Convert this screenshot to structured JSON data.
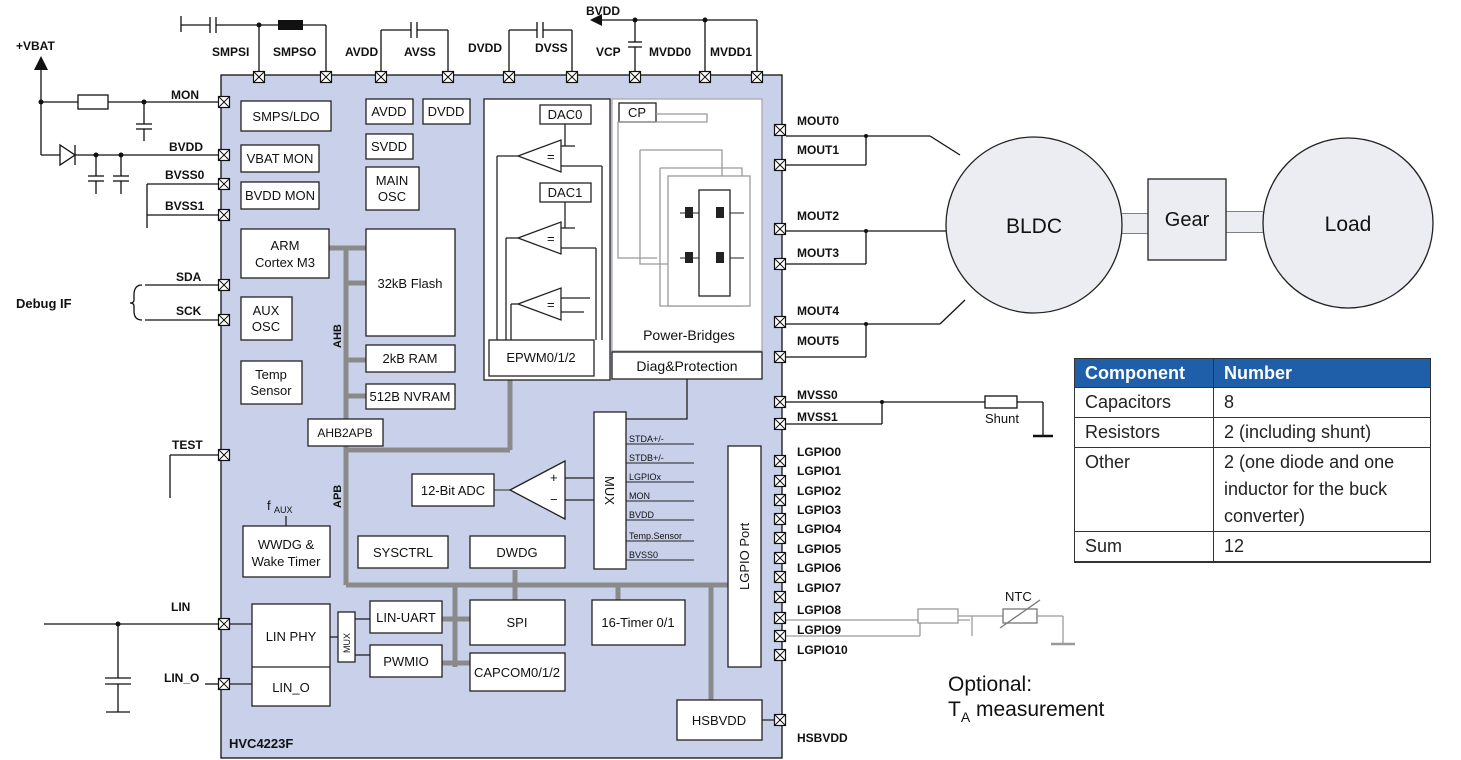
{
  "chip": {
    "name": "HVC4223F",
    "blocks": {
      "smps_ldo": "SMPS/LDO",
      "vbat_mon": "VBAT MON",
      "bvdd_mon": "BVDD MON",
      "avdd": "AVDD",
      "dvdd": "DVDD",
      "svdd": "SVDD",
      "main_osc_1": "MAIN",
      "main_osc_2": "OSC",
      "arm_1": "ARM",
      "arm_2": "Cortex M3",
      "flash": "32kB Flash",
      "ram": "2kB RAM",
      "nvram": "512B NVRAM",
      "aux_osc_1": "AUX",
      "aux_osc_2": "OSC",
      "temp_1": "Temp",
      "temp_2": "Sensor",
      "ahb2apb": "AHB2APB",
      "ahb": "AHB",
      "apb": "APB",
      "dac0": "DAC0",
      "dac1": "DAC1",
      "cp": "CP",
      "power_bridges": "Power-Bridges",
      "epwm": "EPWM0/1/2",
      "diag": "Diag&Protection",
      "adc": "12-Bit ADC",
      "mux": "MUX",
      "mux_inputs": [
        "STDA+/-",
        "STDB+/-",
        "LGPIOx",
        "MON",
        "BVDD",
        "Temp.Sensor",
        "BVSS0"
      ],
      "lgpio_port": "LGPIO Port",
      "faux": "f",
      "faux_sub": "AUX",
      "wwdg_1": "WWDG &",
      "wwdg_2": "Wake Timer",
      "sysctrl": "SYSCTRL",
      "dwdg": "DWDG",
      "lin_phy": "LIN PHY",
      "lin_o": "LIN_O",
      "mux_small": "MUX",
      "lin_uart": "LIN-UART",
      "pwmio": "PWMIO",
      "spi": "SPI",
      "capcom": "CAPCOM0/1/2",
      "timer": "16-Timer 0/1",
      "hsbvdd": "HSBVDD",
      "plus": "+",
      "minus": "−",
      "eq": "="
    }
  },
  "pins": {
    "top": [
      "SMPSI",
      "SMPSO",
      "AVDD",
      "AVSS",
      "DVDD",
      "DVSS",
      "VCP",
      "MVDD0",
      "MVDD1"
    ],
    "left": [
      "MON",
      "BVDD",
      "BVSS0",
      "BVSS1",
      "SDA",
      "SCK",
      "TEST",
      "LIN",
      "LIN_O"
    ],
    "right": [
      "MOUT0",
      "MOUT1",
      "MOUT2",
      "MOUT3",
      "MOUT4",
      "MOUT5",
      "MVSS0",
      "MVSS1",
      "LGPIO0",
      "LGPIO1",
      "LGPIO2",
      "LGPIO3",
      "LGPIO4",
      "LGPIO5",
      "LGPIO6",
      "LGPIO7",
      "LGPIO8",
      "LGPIO9",
      "LGPIO10",
      "HSBVDD"
    ]
  },
  "external": {
    "vbat": "+VBAT",
    "bvdd": "BVDD",
    "debug_if": "Debug IF",
    "bldc": "BLDC",
    "gear": "Gear",
    "load": "Load",
    "shunt": "Shunt",
    "ntc": "NTC",
    "optional_1": "Optional:",
    "optional_2_main": "T",
    "optional_2_sub": "A",
    "optional_2_rest": " measurement"
  },
  "table": {
    "headers": [
      "Component",
      "Number"
    ],
    "rows": [
      [
        "Capacitors",
        "8"
      ],
      [
        "Resistors",
        "2 (including shunt)"
      ],
      [
        "Other",
        "2 (one diode and one inductor for the buck converter)"
      ],
      [
        "Sum",
        "12"
      ]
    ]
  },
  "colors": {
    "chip_fill": "#c9d1ea",
    "block_fill": "#ffffff",
    "bus_gray": "#8a8a8a",
    "table_header": "#1f5ea8",
    "motor_fill": "#ecedf2"
  }
}
